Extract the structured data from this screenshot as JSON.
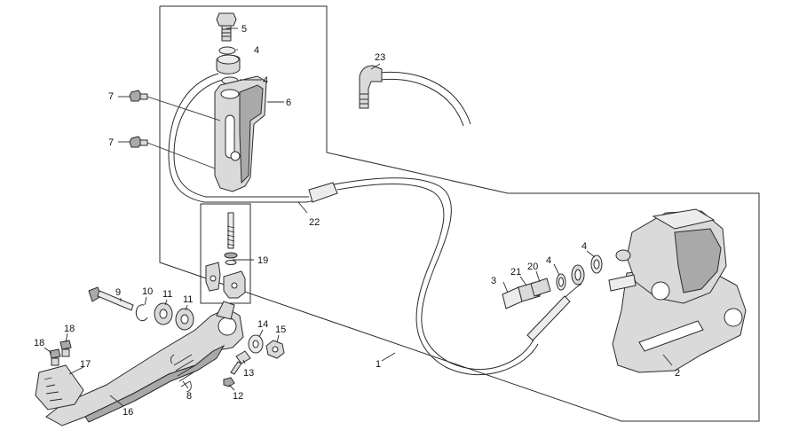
{
  "diagram": {
    "callouts": {
      "c1": "1",
      "c2": "2",
      "c3": "3",
      "c4a": "4",
      "c4b": "4",
      "c4c": "4",
      "c4d": "4",
      "c5": "5",
      "c6": "6",
      "c7a": "7",
      "c7b": "7",
      "c8": "8",
      "c9": "9",
      "c10": "10",
      "c11a": "11",
      "c11b": "11",
      "c12": "12",
      "c13": "13",
      "c14": "14",
      "c15": "15",
      "c16": "16",
      "c17": "17",
      "c18a": "18",
      "c18b": "18",
      "c19": "19",
      "c20": "20",
      "c21": "21",
      "c22": "22",
      "c23": "23"
    },
    "colors": {
      "line": "#2b2b2b",
      "fill": "#dadada",
      "shade": "#a9a9a9",
      "background": "#ffffff"
    }
  }
}
